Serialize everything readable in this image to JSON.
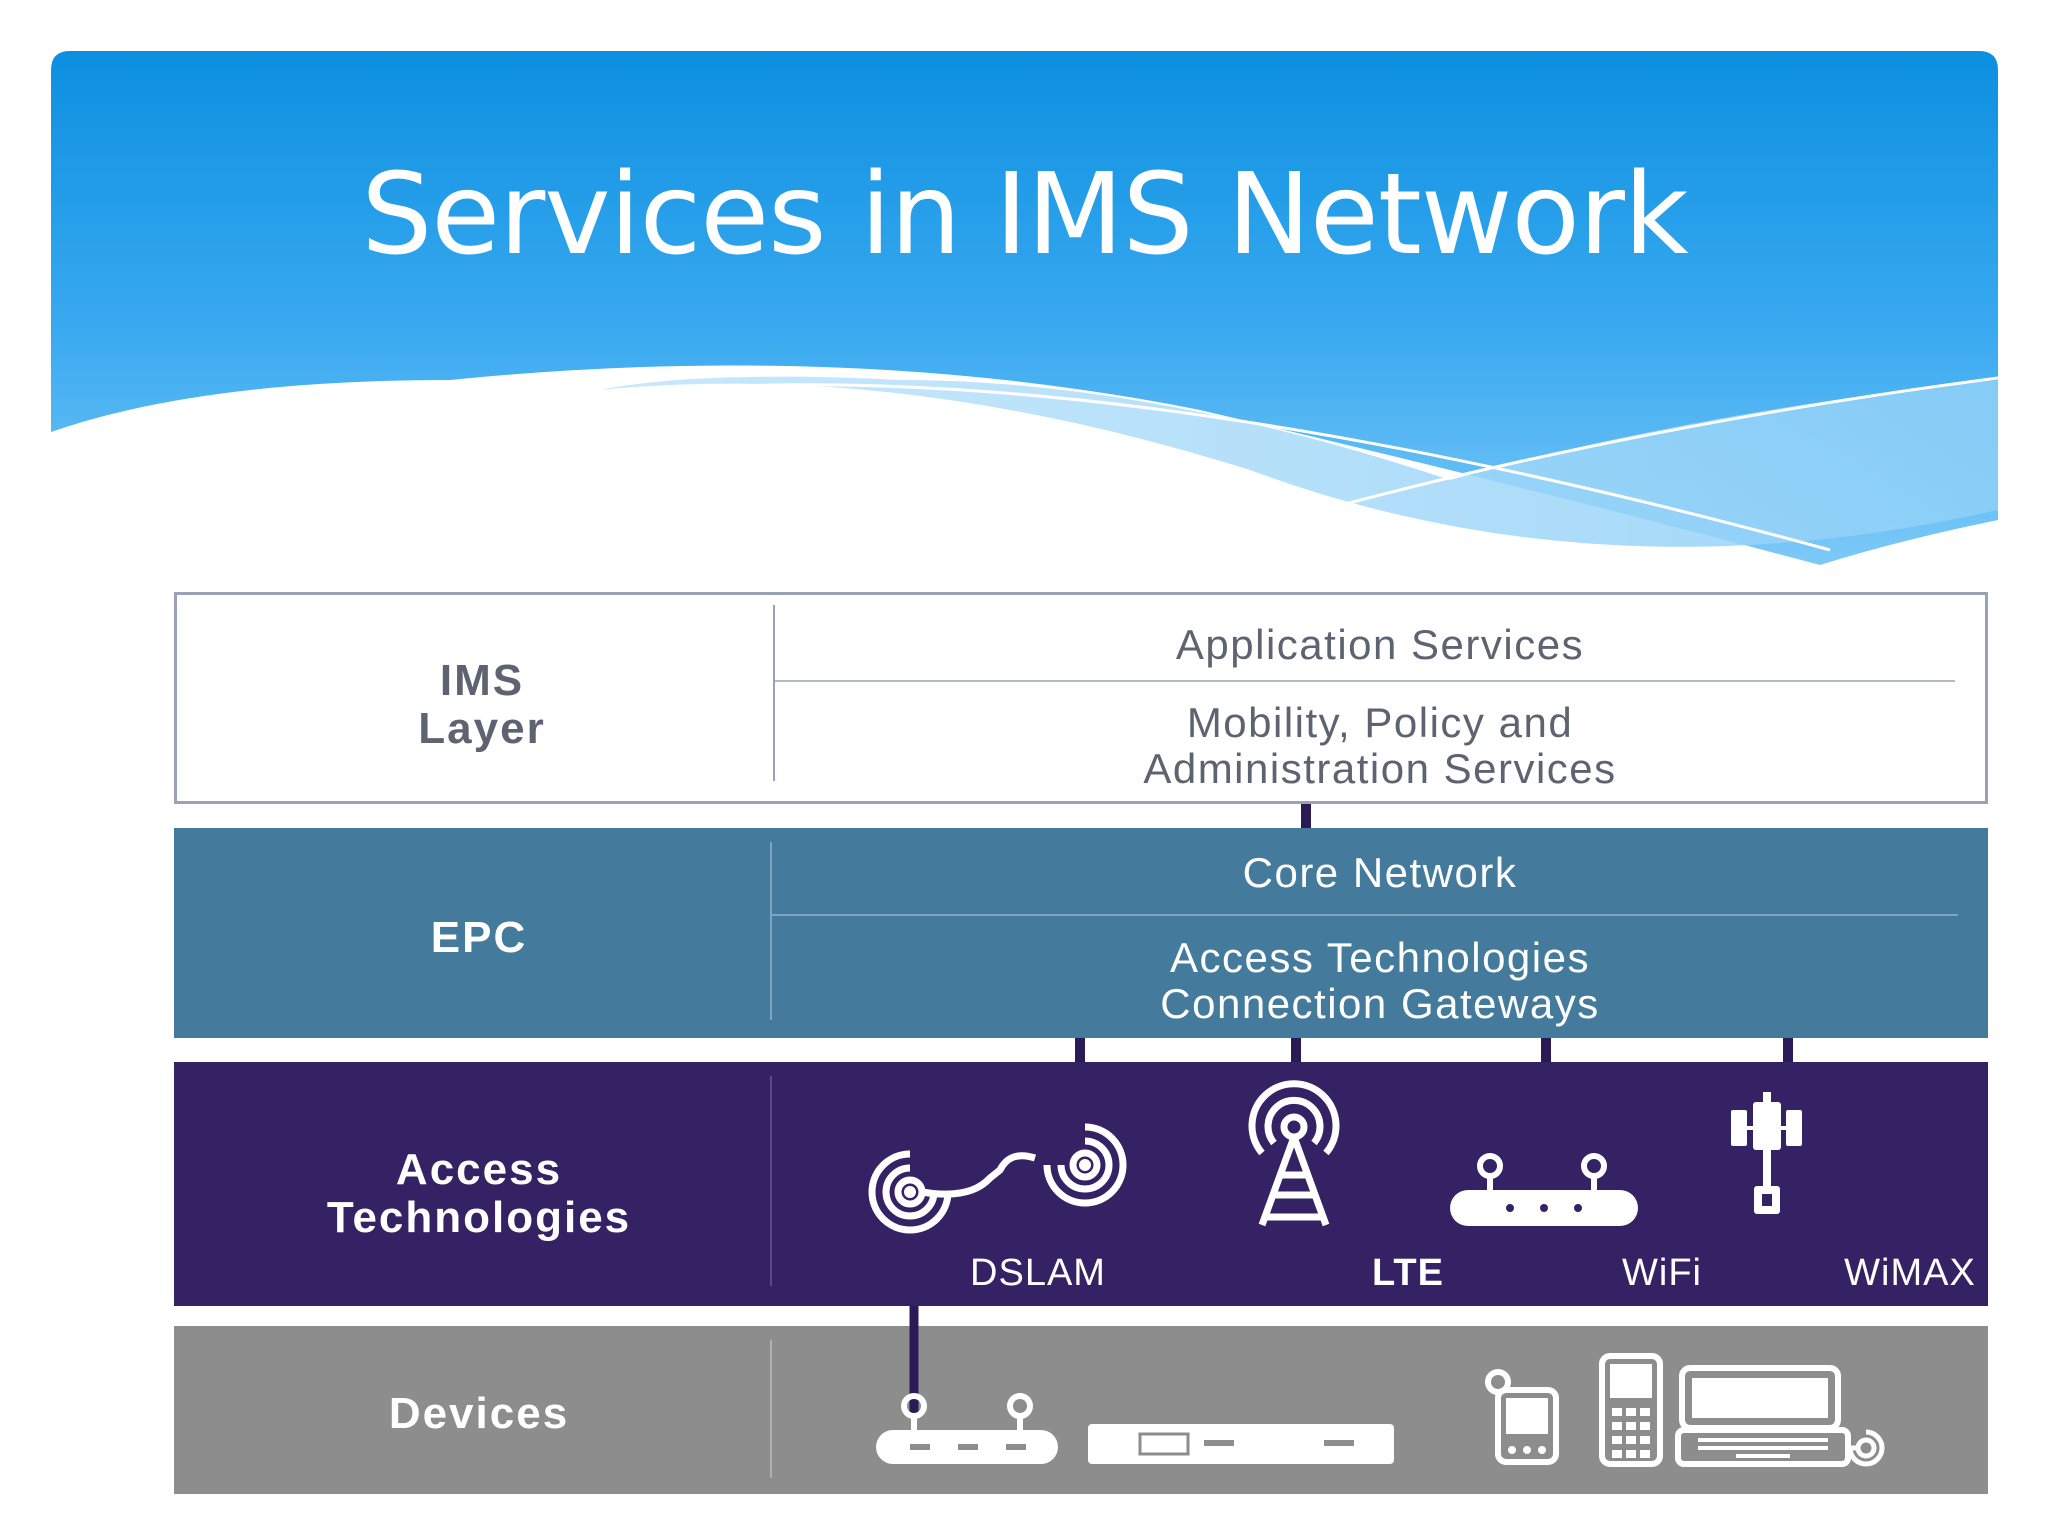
{
  "page": {
    "title": "Services in IMS Network"
  },
  "diagram": {
    "layers": {
      "ims": {
        "label": "IMS\nLayer",
        "services": [
          "Application Services",
          "Mobility, Policy and\nAdministration Services"
        ]
      },
      "epc": {
        "label": "EPC",
        "services": [
          "Core Network",
          "Access Technologies\nConnection Gateways"
        ]
      },
      "access": {
        "label": "Access\nTechnologies",
        "technologies": [
          "DSLAM",
          "LTE",
          "WiFi",
          "WiMAX"
        ]
      },
      "devices": {
        "label": "Devices"
      }
    }
  },
  "colors": {
    "header_blue": "#1296e0",
    "ims_bg": "#ffffff",
    "epc_bg": "#447a9c",
    "access_bg": "#352265",
    "devices_bg": "#8d8d8d",
    "connector": "#2a1a55"
  }
}
